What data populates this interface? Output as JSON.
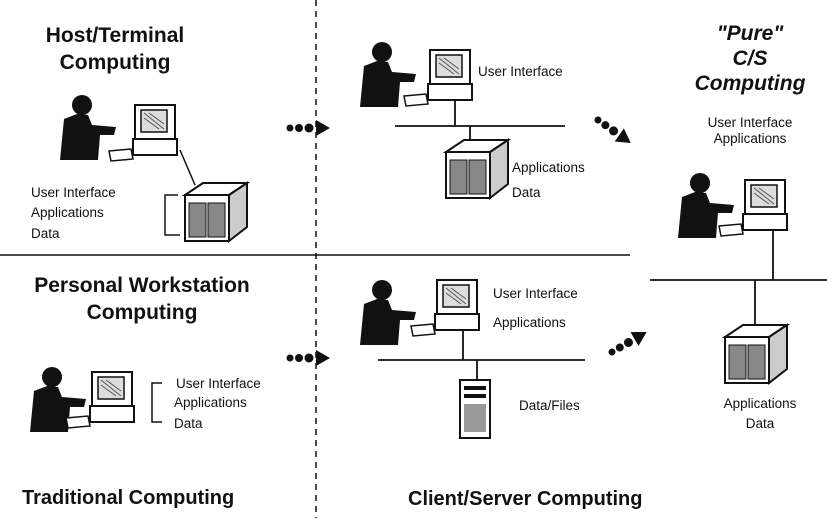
{
  "host": {
    "title_line1": "Host/Terminal",
    "title_line2": "Computing",
    "labels": [
      "User Interface",
      "Applications",
      "Data"
    ]
  },
  "personal": {
    "title_line1": "Personal Workstation",
    "title_line2": "Computing",
    "labels": [
      "User Interface",
      "Applications",
      "Data"
    ]
  },
  "cs_top": {
    "client_label": "User Interface",
    "server_labels": [
      "Applications",
      "Data"
    ]
  },
  "cs_bottom": {
    "client_labels": [
      "User Interface",
      "Applications"
    ],
    "server_label": "Data/Files"
  },
  "pure": {
    "line1": "\"Pure\"",
    "line2": "C/S",
    "line3": "Computing",
    "client_labels": [
      "User Interface",
      "Applications"
    ],
    "server_labels": [
      "Applications",
      "Data"
    ]
  },
  "footer": {
    "left": "Traditional Computing",
    "right": "Client/Server Computing"
  }
}
